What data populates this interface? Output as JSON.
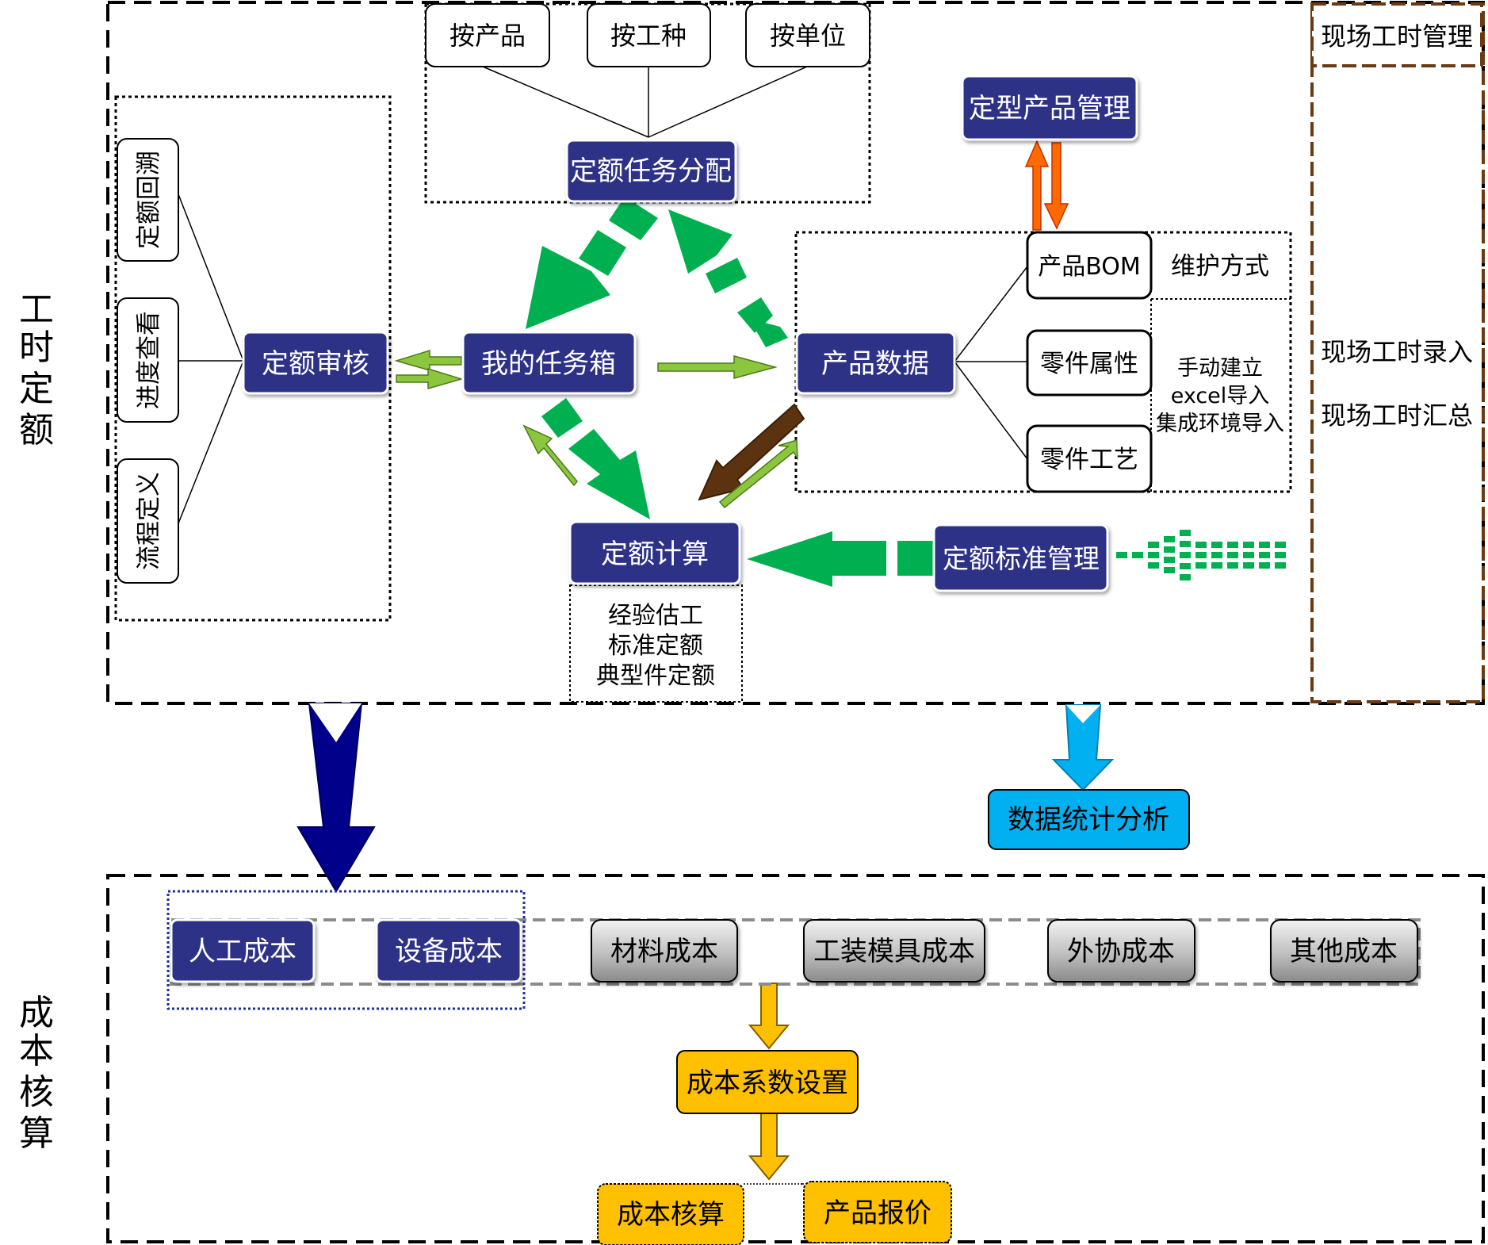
{
  "sections": {
    "man_hour_quota": "工时定额",
    "cost_accounting": "成本核算"
  },
  "site": {
    "title": "现场工时管理",
    "entry": "现场工时录入",
    "summary": "现场工时汇总"
  },
  "distribution": {
    "by_product": "按产品",
    "by_trade": "按工种",
    "by_unit": "按单位",
    "task_assign": "定额任务分配"
  },
  "review": {
    "review": "定额审核",
    "trace": "定额回溯",
    "progress": "进度查看",
    "process": "流程定义"
  },
  "core": {
    "inbox": "我的任务箱",
    "product_data": "产品数据",
    "calc": "定额计算",
    "standard": "定额标准管理",
    "typed_product": "定型产品管理"
  },
  "calc_methods": [
    "经验估工",
    "标准定额",
    "典型件定额"
  ],
  "product_data": {
    "bom": "产品BOM",
    "part_attr": "零件属性",
    "part_process": "零件工艺",
    "maintain_title": "维护方式",
    "maintain_methods": [
      "手动建立",
      "excel导入",
      "集成环境导入"
    ]
  },
  "stats": "数据统计分析",
  "costs": {
    "labor": "人工成本",
    "equipment": "设备成本",
    "material": "材料成本",
    "tooling": "工装模具成本",
    "outsourcing": "外协成本",
    "other": "其他成本",
    "coef": "成本系数设置",
    "accounting": "成本核算",
    "quote": "产品报价"
  },
  "colors": {
    "navy": "#2E3086",
    "green": "#00B050",
    "light_green": "#8CC63F",
    "brown": "#5C3310",
    "orange": "#FF6A00",
    "dark_blue": "#00008B",
    "sky_blue": "#00B0F0",
    "amber": "#FFC000",
    "gray": "#A8A8A8"
  }
}
